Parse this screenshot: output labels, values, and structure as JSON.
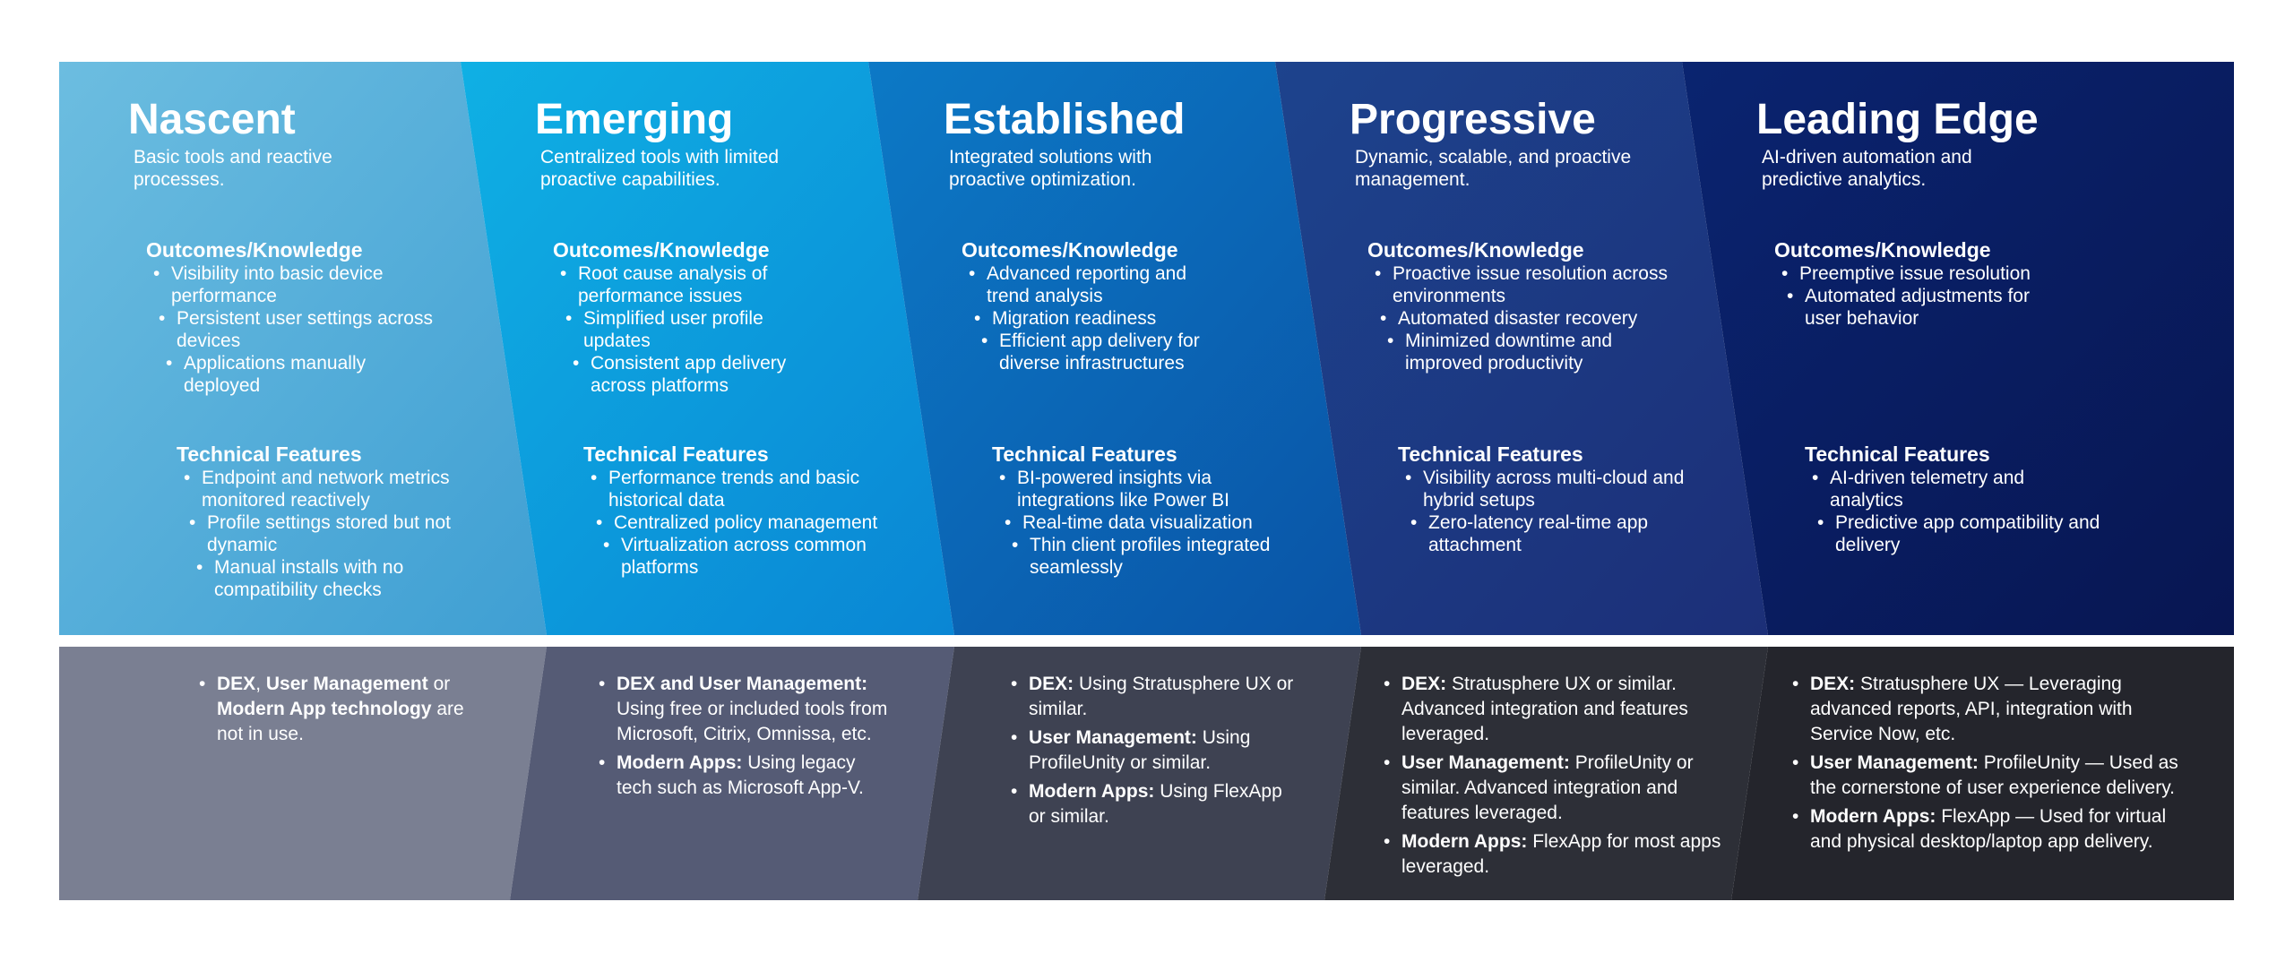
{
  "colors": {
    "stage_colors": [
      "#64b4d9",
      "#12a4dc",
      "#0a68b8",
      "#1c3d86",
      "#0a1e62"
    ],
    "bottom_colors": [
      "#7a7f92",
      "#555b75",
      "#3e4252",
      "#2d2f37",
      "#24252c"
    ]
  },
  "stages": [
    {
      "title": "Nascent",
      "subtitle": "Basic tools and reactive processes.",
      "outcomes_heading": "Outcomes/Knowledge",
      "outcomes": [
        "Visibility into basic device performance",
        "Persistent user settings across devices",
        "Applications manually deployed"
      ],
      "tech_heading": "Technical Features",
      "tech": [
        "Endpoint and network metrics monitored reactively",
        "Profile settings stored but not dynamic",
        "Manual installs with no compatibility checks"
      ],
      "bottom": [
        {
          "text": "",
          "rich": [
            {
              "t": "DEX",
              "b": true
            },
            {
              "t": ", ",
              "b": false
            },
            {
              "t": "User Management",
              "b": true
            },
            {
              "t": " or ",
              "b": false
            },
            {
              "t": "Modern App technology",
              "b": true
            },
            {
              "t": " are not in use.",
              "b": false
            }
          ]
        }
      ]
    },
    {
      "title": "Emerging",
      "subtitle": "Centralized tools with limited proactive capabilities.",
      "outcomes_heading": "Outcomes/Knowledge",
      "outcomes": [
        "Root cause analysis of performance issues",
        "Simplified user profile updates",
        "Consistent app delivery across platforms"
      ],
      "tech_heading": "Technical Features",
      "tech": [
        "Performance trends and basic historical data",
        "Centralized policy management",
        "Virtualization across common platforms"
      ],
      "bottom": [
        {
          "label": "DEX and User Management:",
          "text": " Using free or included tools from Microsoft, Citrix, Omnissa, etc."
        },
        {
          "label": "Modern Apps:",
          "text": " Using legacy tech such as Microsoft App-V."
        }
      ]
    },
    {
      "title": "Established",
      "subtitle": "Integrated solutions with proactive optimization.",
      "outcomes_heading": "Outcomes/Knowledge",
      "outcomes": [
        "Advanced reporting and trend analysis",
        "Migration readiness",
        "Efficient app delivery for diverse infrastructures"
      ],
      "tech_heading": "Technical Features",
      "tech": [
        "BI-powered insights via integrations like Power BI",
        "Real-time data visualization",
        "Thin client profiles integrated seamlessly"
      ],
      "bottom": [
        {
          "label": "DEX:",
          "text": " Using Stratusphere UX or similar."
        },
        {
          "label": "User Management:",
          "text": " Using ProfileUnity or similar."
        },
        {
          "label": "Modern Apps:",
          "text": " Using FlexApp or similar."
        }
      ]
    },
    {
      "title": "Progressive",
      "subtitle": "Dynamic, scalable, and proactive management.",
      "outcomes_heading": "Outcomes/Knowledge",
      "outcomes": [
        "Proactive issue resolution across environments",
        "Automated disaster recovery",
        "Minimized downtime and improved productivity"
      ],
      "tech_heading": "Technical Features",
      "tech": [
        "Visibility across multi-cloud and hybrid setups",
        "Zero-latency real-time app attachment"
      ],
      "bottom": [
        {
          "label": "DEX:",
          "text": " Stratusphere UX or similar. Advanced integration and features leveraged."
        },
        {
          "label": "User Management:",
          "text": " ProfileUnity or similar. Advanced integration and features leveraged."
        },
        {
          "label": "Modern Apps:",
          "text": " FlexApp for most apps leveraged."
        }
      ]
    },
    {
      "title": "Leading Edge",
      "subtitle": "AI-driven automation and predictive analytics.",
      "outcomes_heading": "Outcomes/Knowledge",
      "outcomes": [
        "Preemptive issue resolution",
        "Automated adjustments for user behavior"
      ],
      "tech_heading": "Technical Features",
      "tech": [
        "AI-driven telemetry and analytics",
        "Predictive app compatibility and delivery"
      ],
      "bottom": [
        {
          "label": "DEX:",
          "text": " Stratusphere UX — Leveraging advanced reports, API, integration with Service Now, etc."
        },
        {
          "label": "User Management:",
          "text": " ProfileUnity — Used as the cornerstone of user experience delivery."
        },
        {
          "label": "Modern Apps:",
          "text": " FlexApp — Used for virtual and physical desktop/laptop app delivery."
        }
      ]
    }
  ]
}
